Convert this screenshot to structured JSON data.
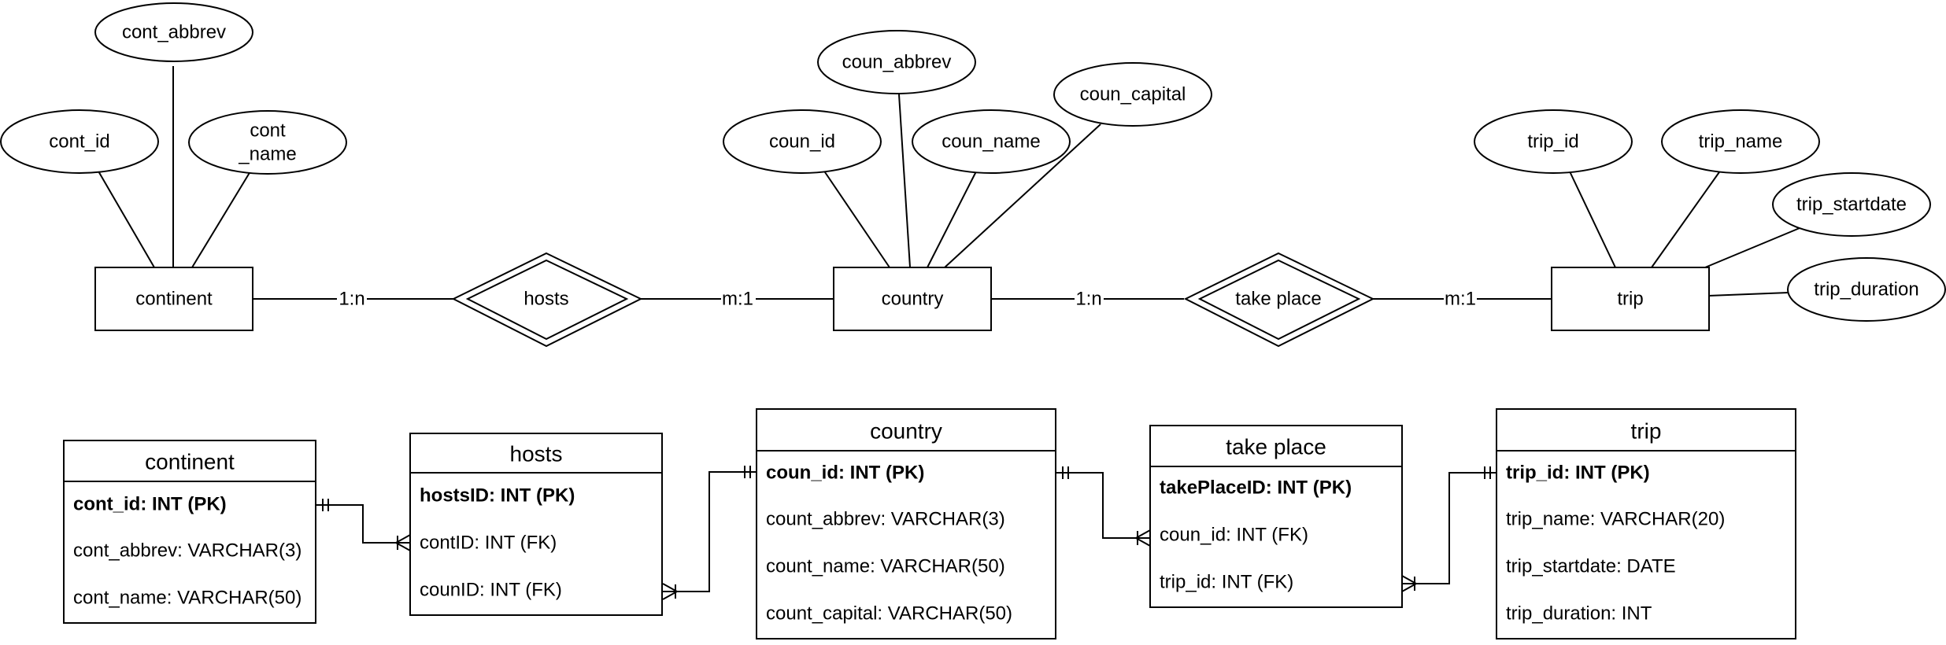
{
  "er_diagram": {
    "entities": {
      "continent": "continent",
      "country": "country",
      "trip": "trip"
    },
    "relationships": {
      "hosts": "hosts",
      "take_place": "take place"
    },
    "attributes": {
      "cont_abbrev": "cont_abbrev",
      "cont_id": "cont_id",
      "cont_name_l1": "cont",
      "cont_name_l2": "_name",
      "coun_abbrev": "coun_abbrev",
      "coun_capital": "coun_capital",
      "coun_id": "coun_id",
      "coun_name": "coun_name",
      "trip_id": "trip_id",
      "trip_name": "trip_name",
      "trip_startdate": "trip_startdate",
      "trip_duration": "trip_duration"
    },
    "cardinalities": {
      "continent_hosts": "1:n",
      "hosts_country": "m:1",
      "country_takeplace": "1:n",
      "takeplace_trip": "m:1"
    }
  },
  "tables": {
    "continent": {
      "title": "continent",
      "rows": [
        "cont_id: INT (PK)",
        "cont_abbrev: VARCHAR(3)",
        "cont_name: VARCHAR(50)"
      ]
    },
    "hosts": {
      "title": "hosts",
      "rows": [
        "hostsID: INT (PK)",
        "contID: INT (FK)",
        "counID: INT (FK)"
      ]
    },
    "country": {
      "title": "country",
      "rows": [
        "coun_id: INT (PK)",
        "count_abbrev: VARCHAR(3)",
        "count_name: VARCHAR(50)",
        "count_capital: VARCHAR(50)"
      ]
    },
    "take_place": {
      "title": "take place",
      "rows": [
        "takePlaceID: INT (PK)",
        "coun_id: INT (FK)",
        "trip_id: INT (FK)"
      ]
    },
    "trip": {
      "title": "trip",
      "rows": [
        "trip_id: INT (PK)",
        "trip_name: VARCHAR(20)",
        "trip_startdate: DATE",
        "trip_duration: INT"
      ]
    }
  },
  "colors": {
    "stroke": "#000000",
    "background": "#ffffff",
    "text": "#000000"
  }
}
